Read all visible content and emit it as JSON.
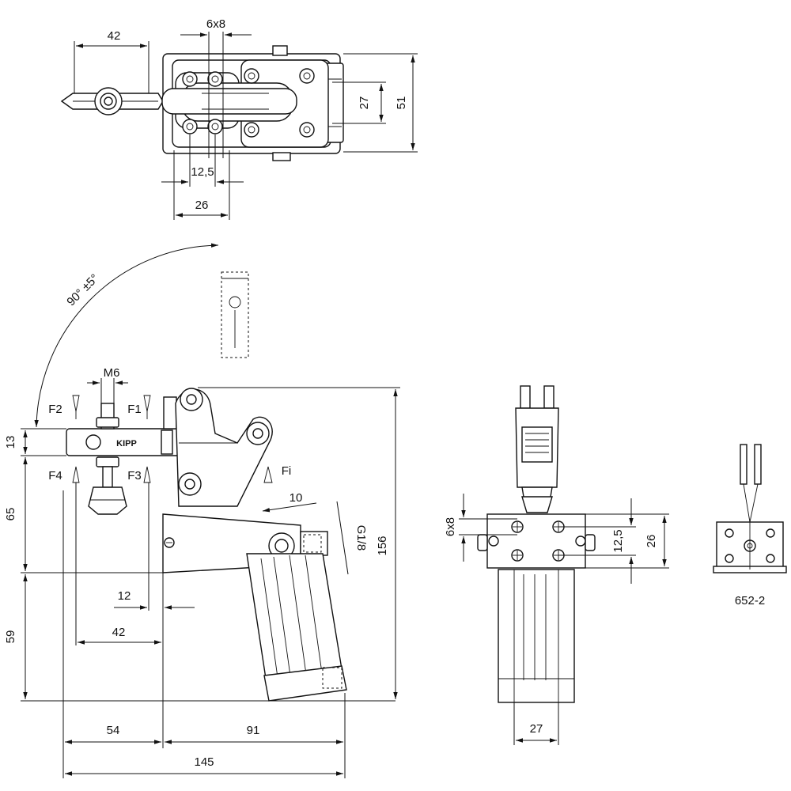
{
  "top_view": {
    "dim_42": "42",
    "dim_6x8": "6x8",
    "dim_27": "27",
    "dim_51": "51",
    "dim_12_5": "12,5",
    "dim_26": "26"
  },
  "side_view": {
    "angle": "90° ±5°",
    "thread": "M6",
    "force_labels": [
      "F2",
      "F1",
      "F4",
      "F3",
      "Fi"
    ],
    "brand": "KIPP"
  },
  "side_dims": {
    "d13": "13",
    "d65": "65",
    "d59": "59",
    "d156": "156",
    "d10": "10",
    "port": "G1/8",
    "d12": "12",
    "d42": "42",
    "d54": "54",
    "d91": "91",
    "d145": "145"
  },
  "front_view": {
    "dim_6x8": "6x8",
    "dim_12_5": "12,5",
    "dim_26": "26",
    "dim_27": "27"
  },
  "variant": {
    "label": "652-2"
  }
}
